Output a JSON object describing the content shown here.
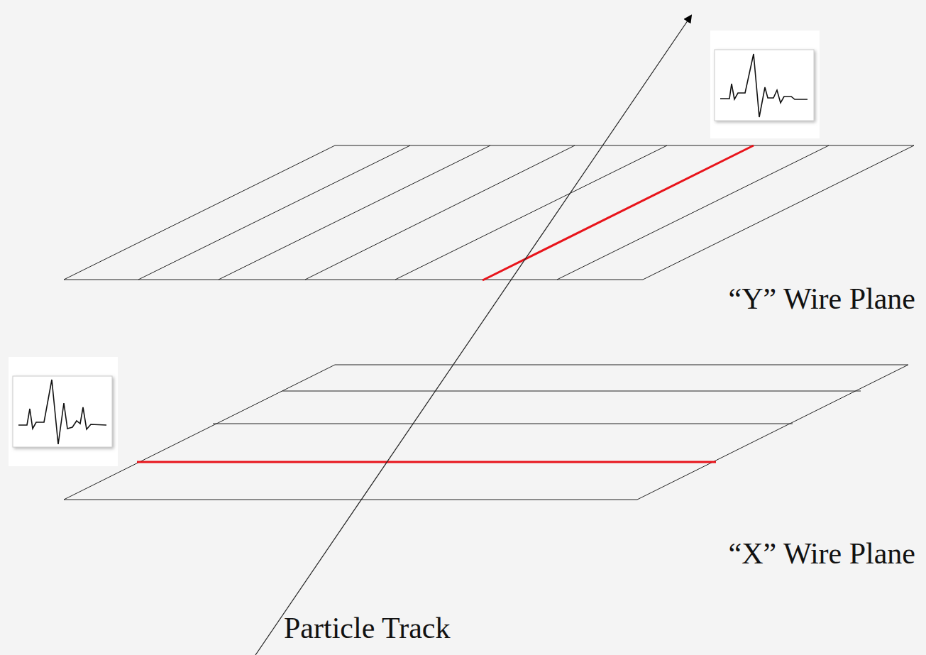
{
  "diagram": {
    "labels": [
      "“Y” Wire Plane",
      "“X” Wire Plane",
      "Particle Track"
    ]
  }
}
